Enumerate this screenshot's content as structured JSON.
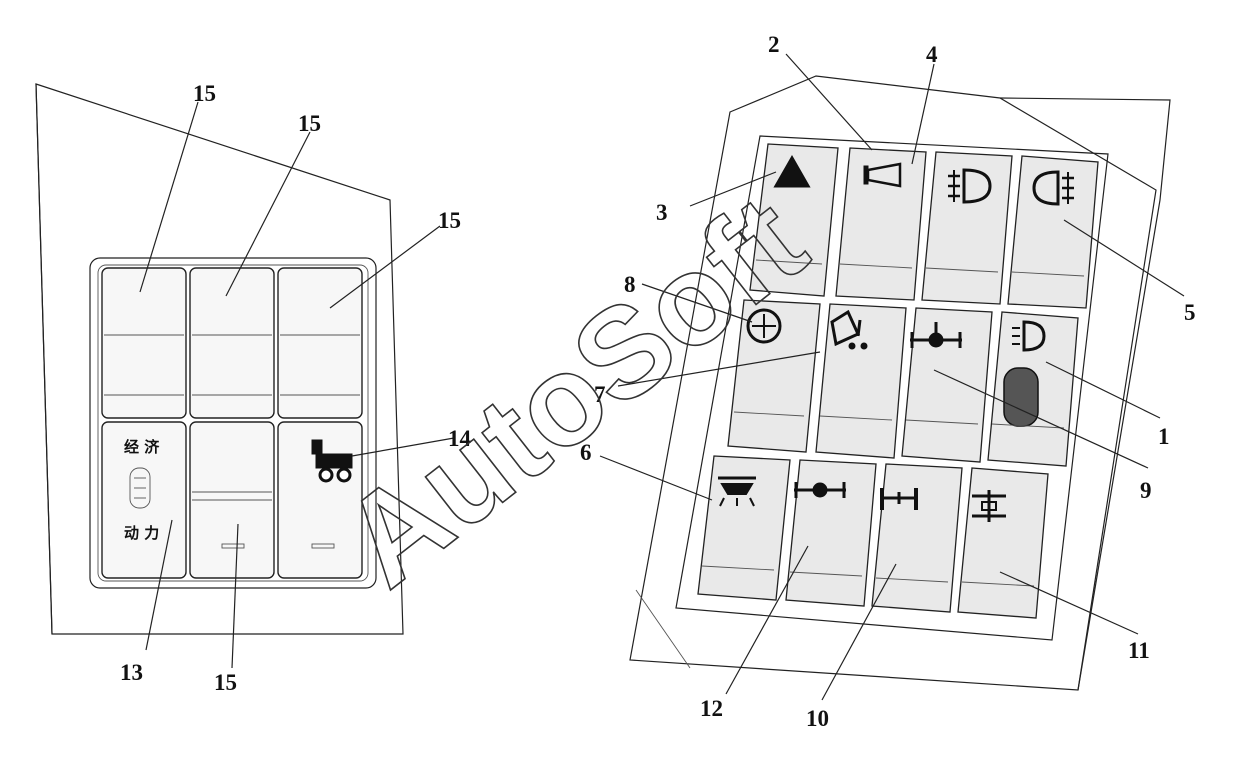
{
  "callouts": {
    "n1": "1",
    "n2": "2",
    "n3": "3",
    "n4": "4",
    "n5": "5",
    "n6": "6",
    "n7": "7",
    "n8": "8",
    "n9": "9",
    "n10": "10",
    "n11": "11",
    "n12": "12",
    "n13": "13",
    "n14": "14",
    "n15a": "15",
    "n15b": "15",
    "n15c": "15",
    "n15d": "15"
  },
  "left_panel": {
    "economy_label": "经 济",
    "power_label": "动 力"
  },
  "watermark": "AutoSoft"
}
